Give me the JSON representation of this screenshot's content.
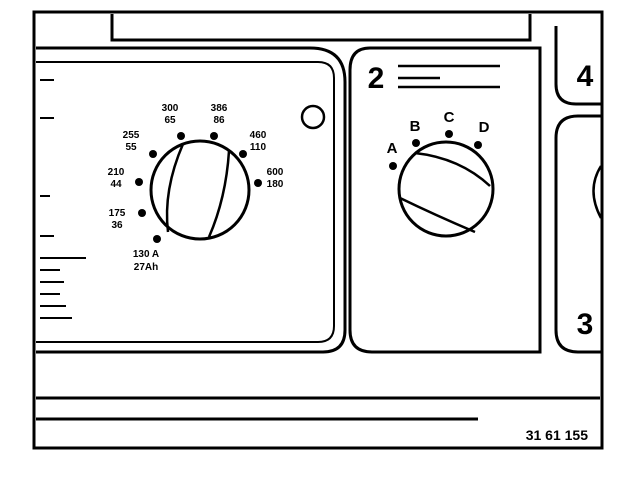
{
  "panel1": {
    "dial_labels": [
      {
        "top": "300",
        "bottom": "65"
      },
      {
        "top": "386",
        "bottom": "86"
      },
      {
        "top": "255",
        "bottom": "55"
      },
      {
        "top": "460",
        "bottom": "110"
      },
      {
        "top": "210",
        "bottom": "44"
      },
      {
        "top": "600",
        "bottom": "180"
      },
      {
        "top": "175",
        "bottom": "36"
      },
      {
        "top": "130 A",
        "bottom": "27Ah"
      }
    ]
  },
  "panel2": {
    "number": "2",
    "positions": [
      "A",
      "B",
      "C",
      "D"
    ]
  },
  "panel3": {
    "number": "3"
  },
  "panel4": {
    "number": "4"
  },
  "reference_number": "31 61 155"
}
